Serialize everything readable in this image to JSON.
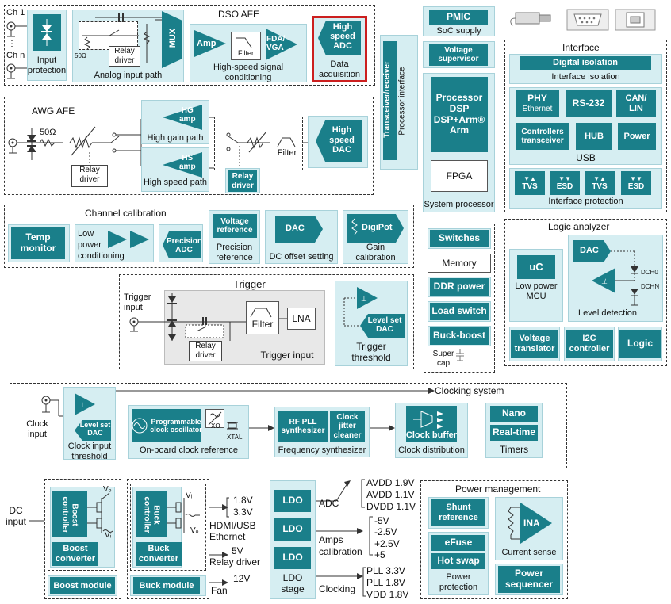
{
  "inputs": {
    "ch1": "Ch 1",
    "chn": "Ch n",
    "input_protection": "Input\nprotection"
  },
  "dso": {
    "title": "DSO AFE",
    "relay_driver": "Relay\ndriver",
    "ohm50": "50Ω",
    "mux": "MUX",
    "analog_path": "Analog input path",
    "amp": "Amp",
    "filter": "Filter",
    "fda": "FDA/\nVGA",
    "hs_cond": "High-speed signal\nconditioning",
    "adc": "High\nspeed\nADC",
    "data_acq": "Data\nacquisition"
  },
  "center": {
    "transceiver": "Transceiver/receiver",
    "proc_interface": "Processor interface",
    "pmic": "PMIC",
    "soc_supply": "SoC supply",
    "vsup": "Voltage\nsupervisor",
    "processor": "Processor\nDSP\nDSP+Arm®\nArm",
    "fpga": "FPGA",
    "system_processor": "System processor"
  },
  "awg": {
    "title": "AWG AFE",
    "ohm50": "50Ω",
    "relay_driver": "Relay\ndriver",
    "hg_amp": "HG\namp",
    "hg_path": "High gain path",
    "hs_amp": "HS\namp",
    "hs_path": "High speed path",
    "filter": "Filter",
    "relay_driver2": "Relay\ndriver",
    "dac": "High\nspeed\nDAC"
  },
  "interface": {
    "title": "Interface",
    "digital_iso": "Digital isolation",
    "iface_iso": "Interface isolation",
    "phy": "PHY",
    "ethernet": "Ethernet",
    "rs232": "RS-232",
    "canlin": "CAN/\nLIN",
    "ctrl_xcvr": "Controllers\ntransceiver",
    "hub": "HUB",
    "power": "Power",
    "usb": "USB",
    "tvs1": "TVS",
    "esd1": "ESD",
    "tvs2": "TVS",
    "esd2": "ESD",
    "iface_protect": "Interface protection"
  },
  "calib": {
    "title": "Channel calibration",
    "temp": "Temp\nmonitor",
    "lowpower": "Low\npower\nconditioning",
    "prec_adc": "Precision\nADC",
    "vref": "Voltage\nreference",
    "prec_ref": "Precision\nreference",
    "dac": "DAC",
    "dc_offset": "DC offset setting",
    "digipot": "DigiPot",
    "gain_cal": "Gain\ncalibration"
  },
  "mem": {
    "switches": "Switches",
    "memory": "Memory",
    "ddr": "DDR power",
    "load": "Load switch",
    "buck": "Buck-boost",
    "supercap": "Super\ncap"
  },
  "logic": {
    "title": "Logic analyzer",
    "uc": "uC",
    "lp_mcu": "Low power\nMCU",
    "dac": "DAC",
    "dch0": "DCH0",
    "dchn": "DCHN",
    "level_det": "Level detection",
    "vtrans": "Voltage\ntranslator",
    "i2c": "I2C\ncontroller",
    "logic": "Logic"
  },
  "trigger": {
    "title": "Trigger",
    "trig_in": "Trigger\ninput",
    "relay_driver": "Relay\ndriver",
    "filter": "Filter",
    "lna": "LNA",
    "trig_input": "Trigger input",
    "level_dac": "Level set\nDAC",
    "threshold": "Trigger\nthreshold"
  },
  "clock": {
    "title": "Clocking system",
    "clock_in": "Clock\ninput",
    "level_dac": "Level set\nDAC",
    "clk_thresh": "Clock input\nthreshold",
    "prog_osc": "Programmable\nclock oscillator",
    "xo": "XO",
    "xtal": "XTAL",
    "onboard": "On-board clock reference",
    "rfpll": "RF PLL\nsynthesizer",
    "jitter": "Clock\njitter\ncleaner",
    "freq_synth": "Frequency synthesizer",
    "buffer": "Clock buffer",
    "distrib": "Clock distribution",
    "nano": "Nano",
    "realtime": "Real-time",
    "timers": "Timers"
  },
  "power": {
    "dc_input": "DC\ninput",
    "boost_ctrl": "Boost\ncontroller",
    "vo": "Vₒ",
    "vi": "Vᵢ",
    "boost_conv": "Boost\nconverter",
    "boost_mod": "Boost module",
    "buck_ctrl": "Buck\ncontroller",
    "buck_vi": "Vᵢ",
    "buck_vo": "Vₒ",
    "buck_conv": "Buck\nconverter",
    "buck_mod": "Buck module",
    "v18": "1.8V",
    "v33": "3.3V",
    "hdmi": "HDMI/USB\nEthernet",
    "v5": "5V",
    "relay_driver": "Relay driver",
    "v12": "12V",
    "fan": "Fan",
    "ldo1": "LDO",
    "ldo2": "LDO",
    "ldo3": "LDO",
    "ldo_stage": "LDO\nstage",
    "adc": "ADC",
    "amps": "Amps\ncalibration",
    "clocking": "Clocking",
    "adc_v": "AVDD 1.9V\nAVDD 1.1V\nDVDD 1.1V",
    "amp_v": "-5V\n-2.5V\n+2.5V\n+5",
    "clk_v": "PLL 3.3V\nPLL 1.8V\nVDD 1.8V",
    "pm_title": "Power management",
    "shunt": "Shunt\nreference",
    "efuse": "eFuse",
    "hotswap": "Hot swap",
    "pwr_prot": "Power\nprotection",
    "ina": "INA",
    "cur_sense": "Current sense",
    "pwr_seq": "Power\nsequencer"
  },
  "colors": {
    "teal": "#1a7f8a",
    "panel": "#d6eef2",
    "highlight": "#cc1f1f"
  }
}
